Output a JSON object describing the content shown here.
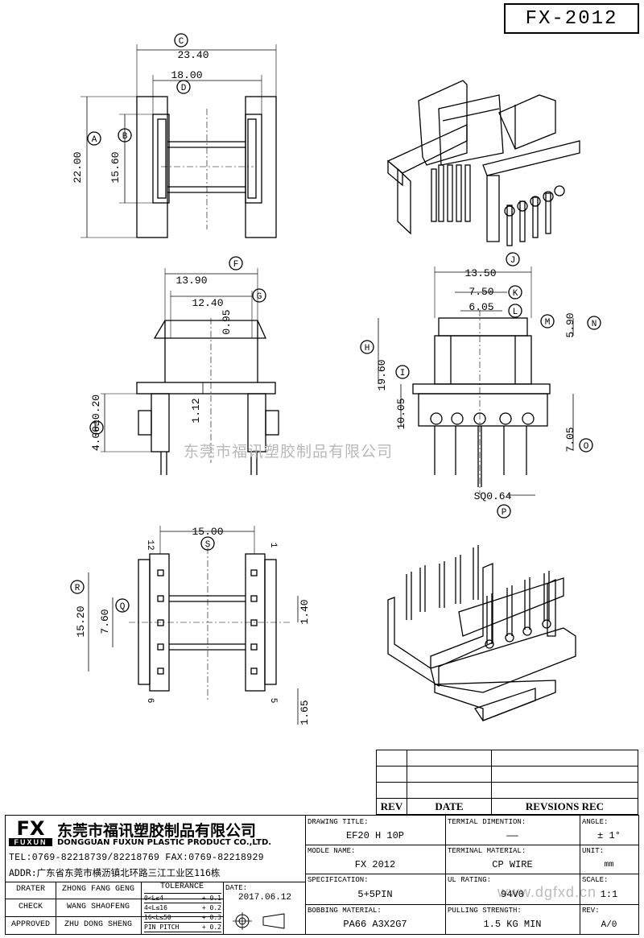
{
  "part_number": "FX-2012",
  "watermark": {
    "text": "东莞市福讯塑胶制品有限公司",
    "url": "www.dgfxd.cn"
  },
  "top_view": {
    "dims": {
      "c": "23.40",
      "d": "18.00",
      "a": "22.00",
      "b": "15.60"
    },
    "letters": {
      "a": "A",
      "b": "B",
      "c": "C",
      "d": "D"
    }
  },
  "side_view": {
    "dims": {
      "f": "13.90",
      "g": "12.40",
      "g2": "0.95",
      "e": "4.00±0.20",
      "h112": "1.12"
    },
    "letters": {
      "e": "E",
      "f": "F",
      "g": "G"
    }
  },
  "front_view": {
    "dims": {
      "j": "13.50",
      "k": "7.50",
      "l": "6.05",
      "m": "5.90",
      "h": "19.60",
      "i": "10.05",
      "o": "7.05",
      "p": "SQ0.64"
    },
    "letters": {
      "h": "H",
      "i": "I",
      "j": "J",
      "k": "K",
      "l": "L",
      "m": "M",
      "n": "N",
      "o": "O",
      "p": "P"
    }
  },
  "bottom_view": {
    "dims": {
      "s": "15.00",
      "r": "15.20",
      "q": "7.60",
      "pitch": "1.40",
      "w": "1.65"
    },
    "letters": {
      "q": "Q",
      "r": "R",
      "s": "S"
    },
    "pins": {
      "p12": "12",
      "p1": "1",
      "p6": "6",
      "p5": "5"
    }
  },
  "revision_table": {
    "col_rev": "REV",
    "col_date": "DATE",
    "col_rec": "REVSIONS REC"
  },
  "company": {
    "logo": "FX",
    "logo_sub": "FUXUN",
    "name_cn": "东莞市福讯塑胶制品有限公司",
    "name_en": "DONGGUAN FUXUN PLASTIC PRODUCT CO.,LTD.",
    "tel": "TEL:0769-82218739/82218769 FAX:0769-82218929",
    "addr": "ADDR:广东省东莞市横沥镇北环路三江工业区116栋"
  },
  "signoff": {
    "drater_label": "DRATER",
    "drater": "ZHONG FANG GENG",
    "check_label": "CHECK",
    "check": "WANG SHAOFENG",
    "approved_label": "APPROVED",
    "approved": "ZHU DONG SHENG"
  },
  "tolerance": {
    "title": "TOLERANCE",
    "r1": "0<L≤4",
    "t1": "+ 0.1",
    "r2": "4<L≤16",
    "t2": "+ 0.2",
    "r3": "16<L≤50",
    "t3": "+ 0.3",
    "r4": "PIN PITCH",
    "t4": "+ 0.2"
  },
  "date": {
    "label": "DATE:",
    "value": "2017.06.12"
  },
  "fields": {
    "drawing_title_label": "DRAWING TITLE:",
    "drawing_title": "EF20 H 10P",
    "terminal_dim_label": "TERMIAL DIMENTION:",
    "terminal_dim": "——",
    "angle_label": "ANGLE:",
    "angle": "± 1°",
    "model_label": "MODLE NAME:",
    "model": "FX 2012",
    "terminal_mat_label": "TERMINAL MATERIAL:",
    "terminal_mat": "CP WIRE",
    "unit_label": "UNIT:",
    "unit": "mm",
    "spec_label": "SPECIFICATION:",
    "spec": "5+5PIN",
    "ul_label": "UL RATING:",
    "ul": "94V0",
    "scale_label": "SCALE:",
    "scale": "1:1",
    "bobbin_label": "BOBBING MATERIAL:",
    "bobbin": "PA66 A3X2G7",
    "pull_label": "PULLING STRENGTH:",
    "pull": "1.5 KG MIN",
    "rev_label": "REV:",
    "rev": "A/0"
  }
}
